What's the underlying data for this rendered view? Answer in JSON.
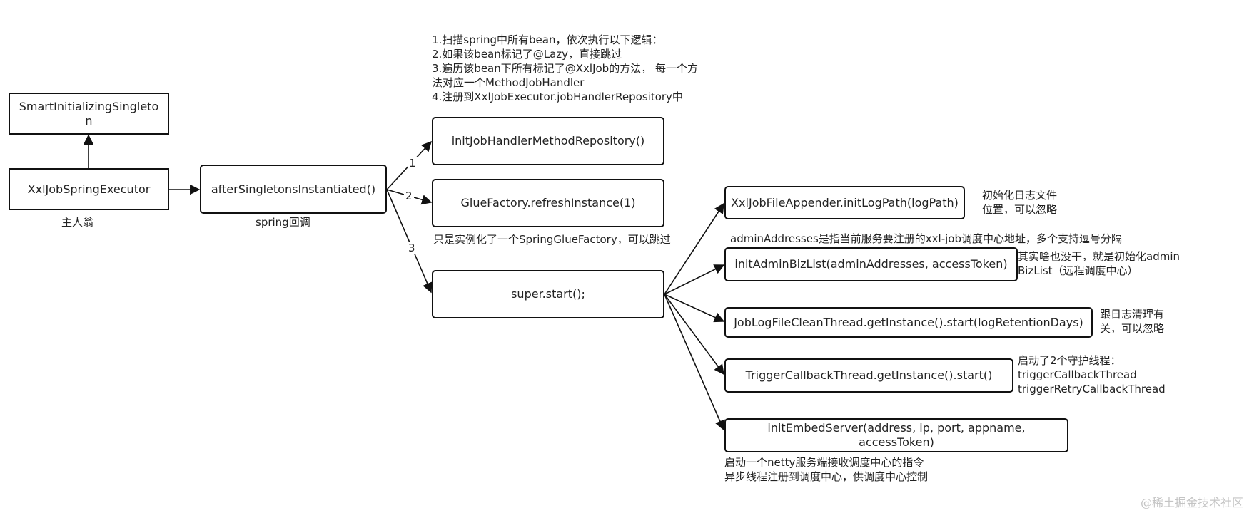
{
  "nodes": {
    "smart": "SmartInitializingSingleto\nn",
    "executor": "XxlJobSpringExecutor",
    "after": "afterSingletonsInstantiated()",
    "init_repo": "initJobHandlerMethodRepository()",
    "glue": "GlueFactory.refreshInstance(1)",
    "super_start": "super.start();",
    "log_path": "XxlJobFileAppender.initLogPath(logPath)",
    "admin_biz": "initAdminBizList(adminAddresses, accessToken)",
    "clean_thread": "JobLogFileCleanThread.getInstance().start(logRetentionDays)",
    "trigger_thread": "TriggerCallbackThread.getInstance().start()",
    "embed_server": "initEmbedServer(address, ip, port, appname, accessToken)"
  },
  "edge_labels": {
    "e1": "1",
    "e2": "2",
    "e3": "3"
  },
  "notes": {
    "executor_caption": "主人翁",
    "after_caption": "spring回调",
    "scan_steps": "1.扫描spring中所有bean，依次执行以下逻辑：\n2.如果该bean标记了@Lazy，直接跳过\n3.遍历该bean下所有标记了@XxlJob的方法， 每一个方\n法对应一个MethodJobHandler\n4.注册到XxlJobExecutor.jobHandlerRepository中",
    "glue_note": "只是实例化了一个SpringGlueFactory，可以跳过",
    "log_path_note": "初始化日志文件\n位置，可以忽略",
    "admin_addresses_note": "adminAddresses是指当前服务要注册的xxl-job调度中心地址，多个支持逗号分隔",
    "admin_biz_note": "其实啥也没干，就是初始化admin\nBizList（远程调度中心）",
    "clean_note": "跟日志清理有\n关，可以忽略",
    "trigger_note": "启动了2个守护线程：\ntriggerCallbackThread\ntriggerRetryCallbackThread",
    "embed_note": "启动一个netty服务端接收调度中心的指令\n异步线程注册到调度中心，供调度中心控制"
  },
  "watermark": "@稀土掘金技术社区",
  "colors": {
    "stroke": "#111111",
    "text": "#222222",
    "watermark": "#c4c4c4"
  }
}
